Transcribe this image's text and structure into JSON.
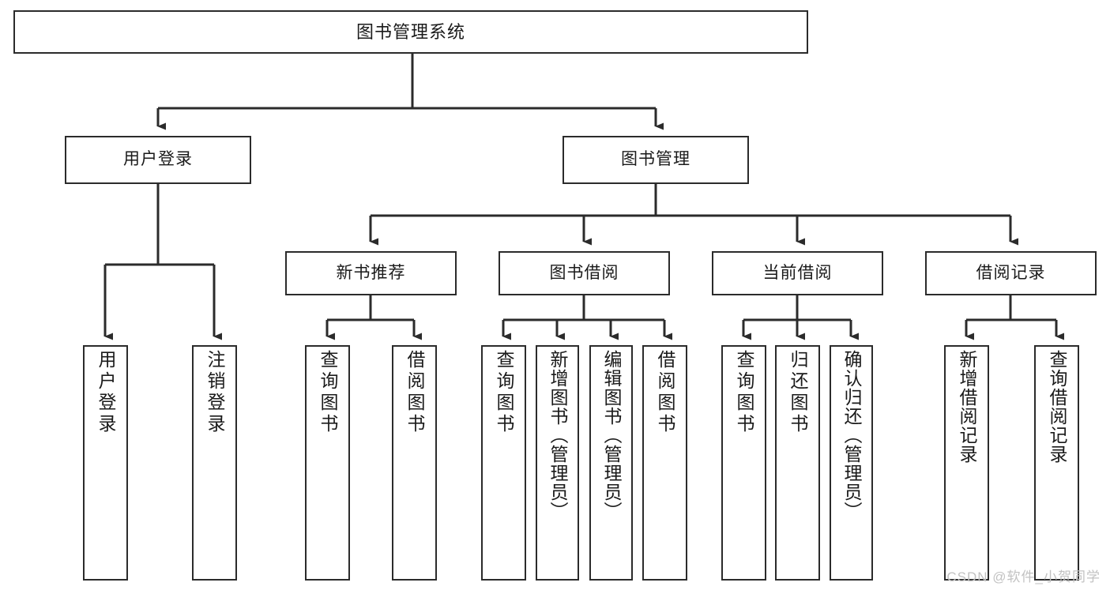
{
  "diagram": {
    "title": "图书管理系统",
    "type": "hierarchy-tree",
    "watermark": "CSDN @软件_小贺同学",
    "colors": {
      "stroke": "#2b2b2b",
      "fill": "#ffffff",
      "text": "#1a1a1a",
      "watermark": "#c2c2c2"
    },
    "root": {
      "label": "图书管理系统"
    },
    "level2": [
      {
        "label": "用户登录"
      },
      {
        "label": "图书管理"
      }
    ],
    "level3": [
      {
        "label": "新书推荐"
      },
      {
        "label": "图书借阅"
      },
      {
        "label": "当前借阅"
      },
      {
        "label": "借阅记录"
      }
    ],
    "leaves": {
      "user_login": [
        {
          "label": "用户登录"
        },
        {
          "label": "注销登录"
        }
      ],
      "new_book_recommend": [
        {
          "label": "查询图书"
        },
        {
          "label": "借阅图书"
        }
      ],
      "book_borrow": [
        {
          "label": "查询图书"
        },
        {
          "label": "新增图书（管理员）"
        },
        {
          "label": "编辑图书（管理员）"
        },
        {
          "label": "借阅图书"
        }
      ],
      "current_borrow": [
        {
          "label": "查询图书"
        },
        {
          "label": "归还图书"
        },
        {
          "label": "确认归还（管理员）"
        }
      ],
      "borrow_record": [
        {
          "label": "新增借阅记录"
        },
        {
          "label": "查询借阅记录"
        }
      ]
    }
  }
}
